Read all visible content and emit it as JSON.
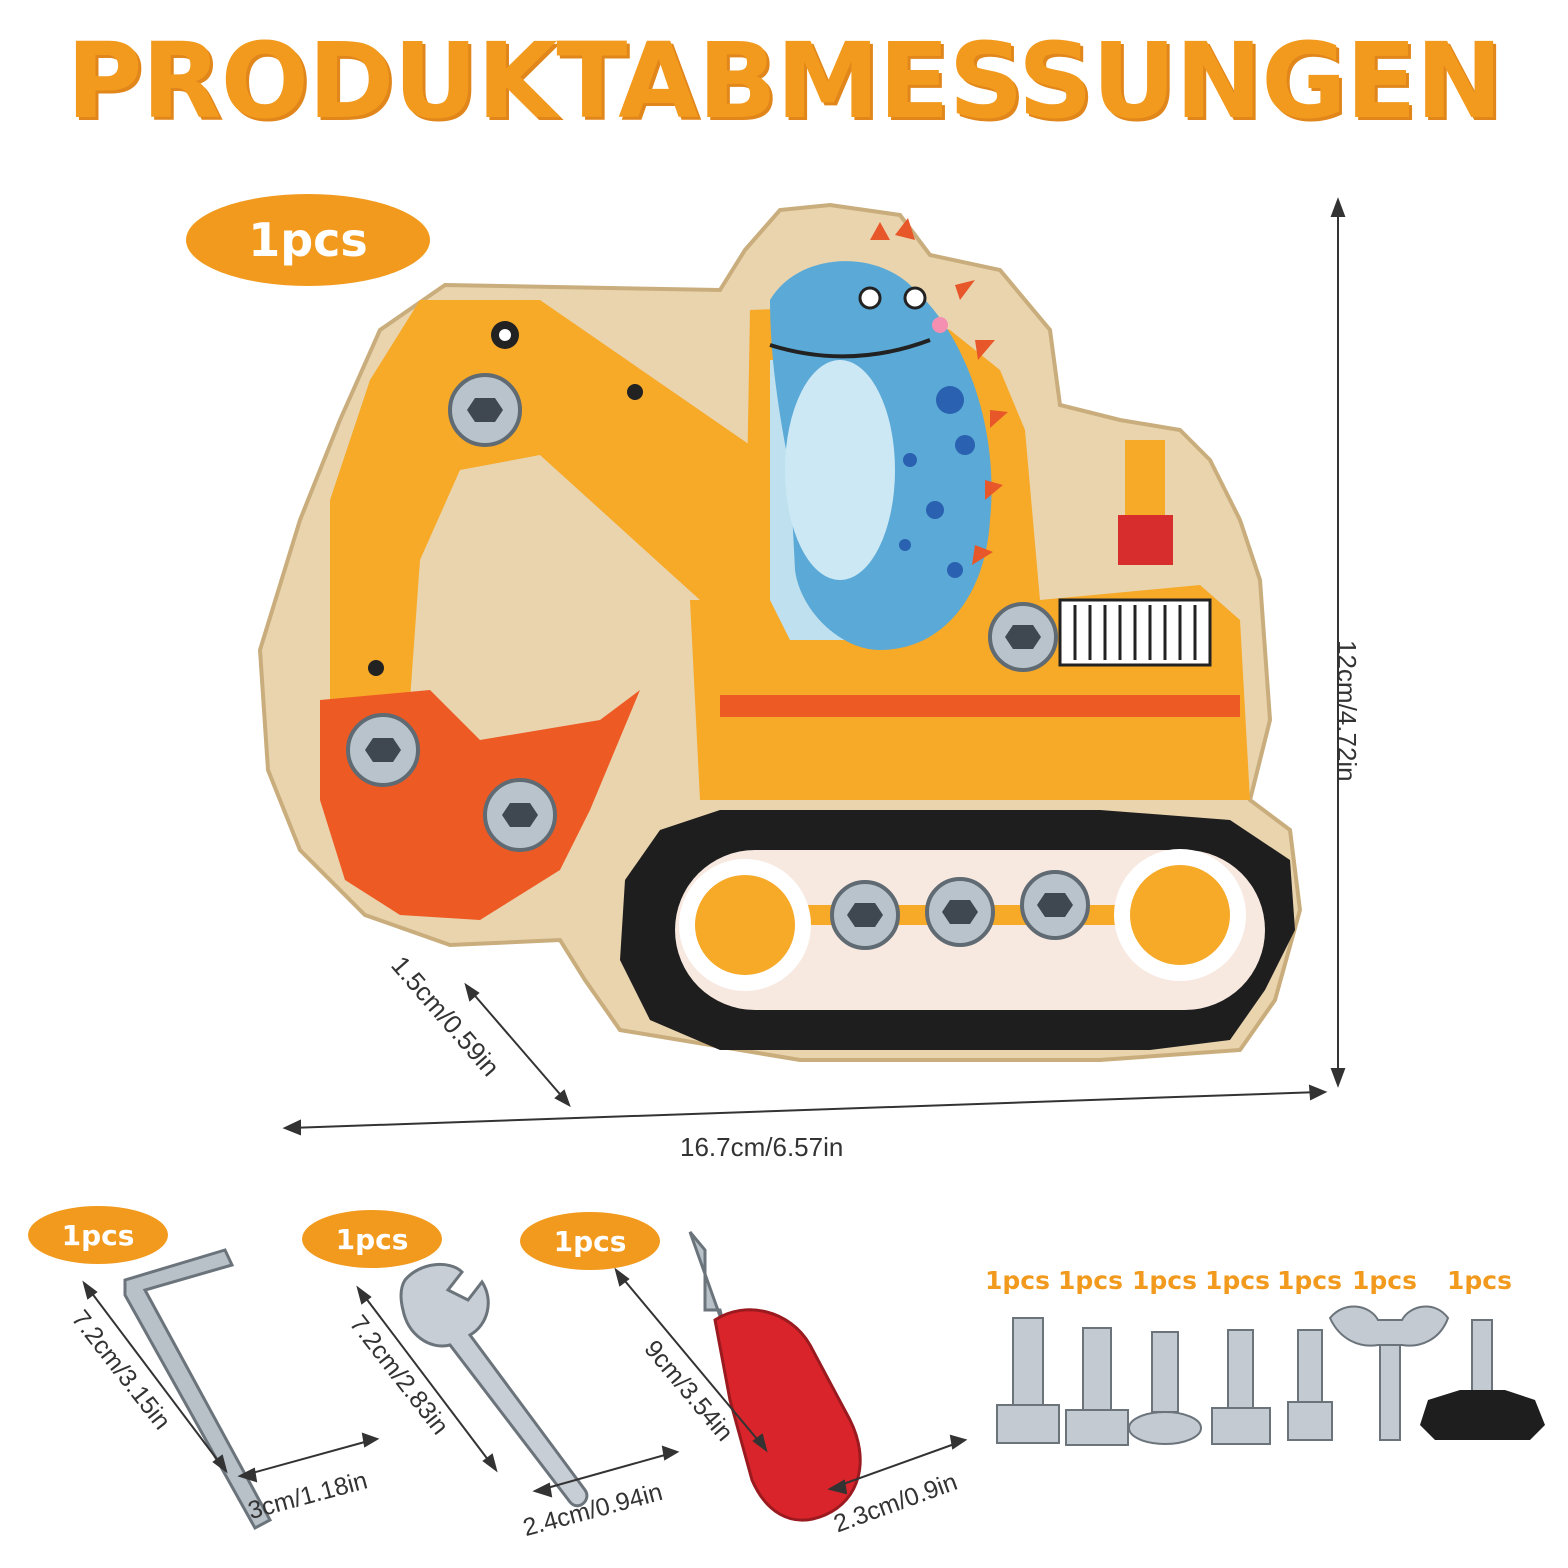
{
  "title": "PRODUKTABMESSUNGEN",
  "main_qty": "1pcs",
  "dimensions": {
    "height": "12cm/4.72in",
    "width": "16.7cm/6.57in",
    "depth": "1.5cm/0.59in"
  },
  "tools": [
    {
      "name": "hex key",
      "qty": "1pcs",
      "length": "7.2cm/3.15in",
      "width": "3cm/1.18in"
    },
    {
      "name": "wrench",
      "qty": "1pcs",
      "length": "7.2cm/2.83in",
      "width": "2.4cm/0.94in"
    },
    {
      "name": "screwdriver",
      "qty": "1pcs",
      "length": "9cm/3.54in",
      "width": "2.3cm/0.9in"
    }
  ],
  "screws": [
    "1pcs",
    "1pcs",
    "1pcs",
    "1pcs",
    "1pcs",
    "1pcs",
    "1pcs"
  ],
  "colors": {
    "accent": "#f29a1e",
    "excavator_body": "#f7a928",
    "bucket": "#ee5a24",
    "dino": "#5aa9d6",
    "wood": "#e9d4ae"
  }
}
